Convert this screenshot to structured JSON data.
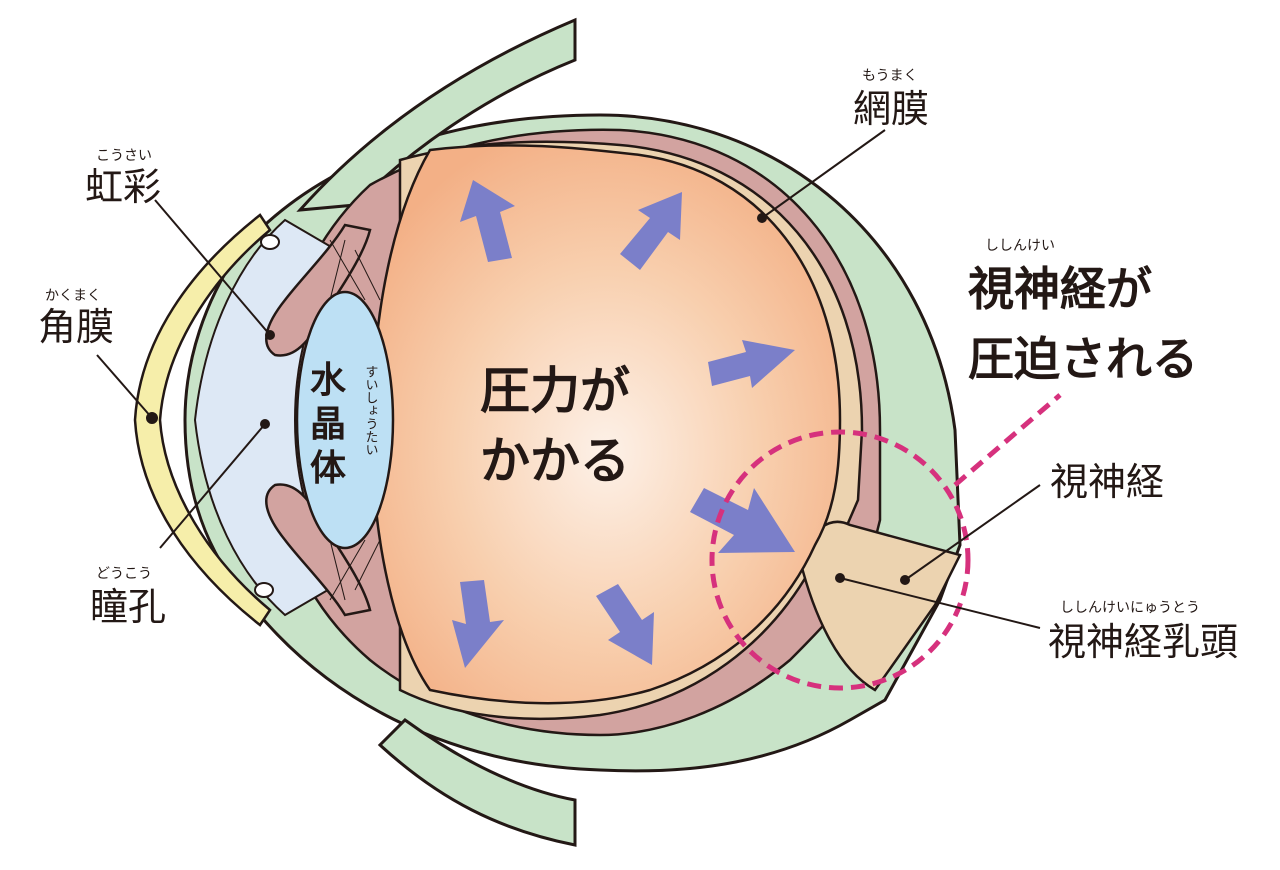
{
  "labels": {
    "iris": {
      "text": "虹彩",
      "ruby": "こうさい"
    },
    "cornea": {
      "text": "角膜",
      "ruby": "かくまく"
    },
    "pupil": {
      "text": "瞳孔",
      "ruby": "どうこう"
    },
    "retina": {
      "text": "網膜",
      "ruby": "もうまく"
    },
    "lens": {
      "text": [
        "水",
        "晶",
        "体"
      ],
      "ruby": "すいしょうたい"
    },
    "optic_nerve": {
      "text": "視神経"
    },
    "optic_disc": {
      "text": "視神経乳頭",
      "ruby": "ししんけいにゅうとう"
    },
    "compressed": {
      "lines": [
        "視神経が",
        "圧迫される"
      ],
      "ruby": "ししんけい"
    },
    "pressure": {
      "lines": [
        "圧力が",
        "かかる"
      ]
    }
  },
  "colors": {
    "sclera": "#c8e3c8",
    "outline": "#231815",
    "choroid": "#d2a3a0",
    "retina": "#ecd3b0",
    "vitreous_center": "#fdf0e6",
    "vitreous_edge": "#f4b48a",
    "aqueous": "#dde8f5",
    "lens": "#bde0f4",
    "cornea_edge": "#f6eeaa",
    "arrow": "#7b7fc9",
    "highlight_circle": "#d6317d"
  }
}
